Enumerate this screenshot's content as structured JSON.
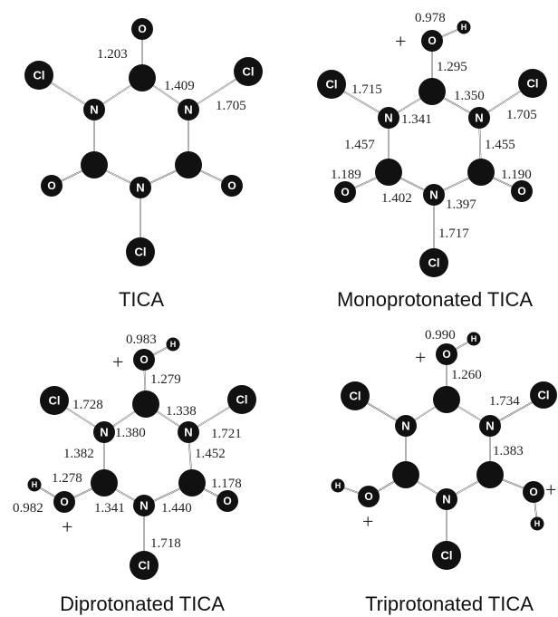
{
  "molecules": [
    {
      "caption": "TICA",
      "lengths": [
        {
          "text": "1.203"
        },
        {
          "text": "1.409"
        },
        {
          "text": "1.705"
        }
      ],
      "charges": []
    },
    {
      "caption": "Monoprotonated TICA",
      "lengths": [
        {
          "text": "0.978"
        },
        {
          "text": "1.295"
        },
        {
          "text": "1.715"
        },
        {
          "text": "1.350"
        },
        {
          "text": "1.341"
        },
        {
          "text": "1.705"
        },
        {
          "text": "1.457"
        },
        {
          "text": "1.455"
        },
        {
          "text": "1.189"
        },
        {
          "text": "1.190"
        },
        {
          "text": "1.402"
        },
        {
          "text": "1.397"
        },
        {
          "text": "1.717"
        }
      ],
      "charges": [
        {
          "text": "+"
        }
      ]
    },
    {
      "caption": "Diprotonated TICA",
      "lengths": [
        {
          "text": "0.983"
        },
        {
          "text": "1.279"
        },
        {
          "text": "1.728"
        },
        {
          "text": "1.338"
        },
        {
          "text": "1.380"
        },
        {
          "text": "1.721"
        },
        {
          "text": "1.382"
        },
        {
          "text": "1.452"
        },
        {
          "text": "1.278"
        },
        {
          "text": "1.178"
        },
        {
          "text": "0.982"
        },
        {
          "text": "1.341"
        },
        {
          "text": "1.440"
        },
        {
          "text": "1.718"
        }
      ],
      "charges": [
        {
          "text": "+"
        },
        {
          "text": "+"
        }
      ]
    },
    {
      "caption": "Triprotonated TICA",
      "lengths": [
        {
          "text": "0.990"
        },
        {
          "text": "1.260"
        },
        {
          "text": "1.734"
        },
        {
          "text": "1.383"
        }
      ],
      "charges": [
        {
          "text": "+"
        },
        {
          "text": "+"
        },
        {
          "text": "+"
        }
      ]
    }
  ]
}
